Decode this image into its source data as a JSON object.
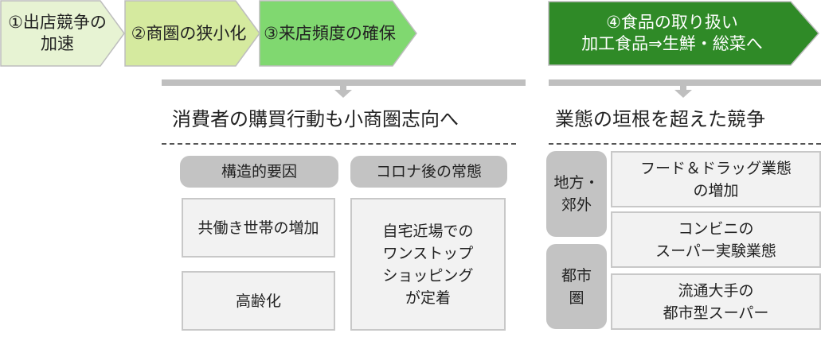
{
  "steps": [
    {
      "label": "①出店競争の\n加速",
      "color": "#e7f3d3"
    },
    {
      "label": "②商圏の狭小化",
      "color": "#d5ea9f"
    },
    {
      "label": "③来店頻度の確保",
      "color": "#80d870"
    },
    {
      "label": "④食品の取り扱い\n加工食品⇒生鮮・総菜へ",
      "color": "#2f8a27"
    }
  ],
  "left": {
    "heading": "消費者の購買行動も小商圏志向へ",
    "categories": [
      "構造的要因",
      "コロナ後の常態"
    ],
    "items": [
      "共働き世帯の増加",
      "高齢化",
      "自宅近場での\nワンストップ\nショッピング\nが定着"
    ]
  },
  "right": {
    "heading": "業態の垣根を超えた競争",
    "regions": [
      "地方・\n郊外",
      "都市\n圏"
    ],
    "items": [
      "フード＆ドラッグ業態\nの増加",
      "コンビニの\nスーパー実験業態",
      "流通大手の\n都市型スーパー"
    ]
  }
}
